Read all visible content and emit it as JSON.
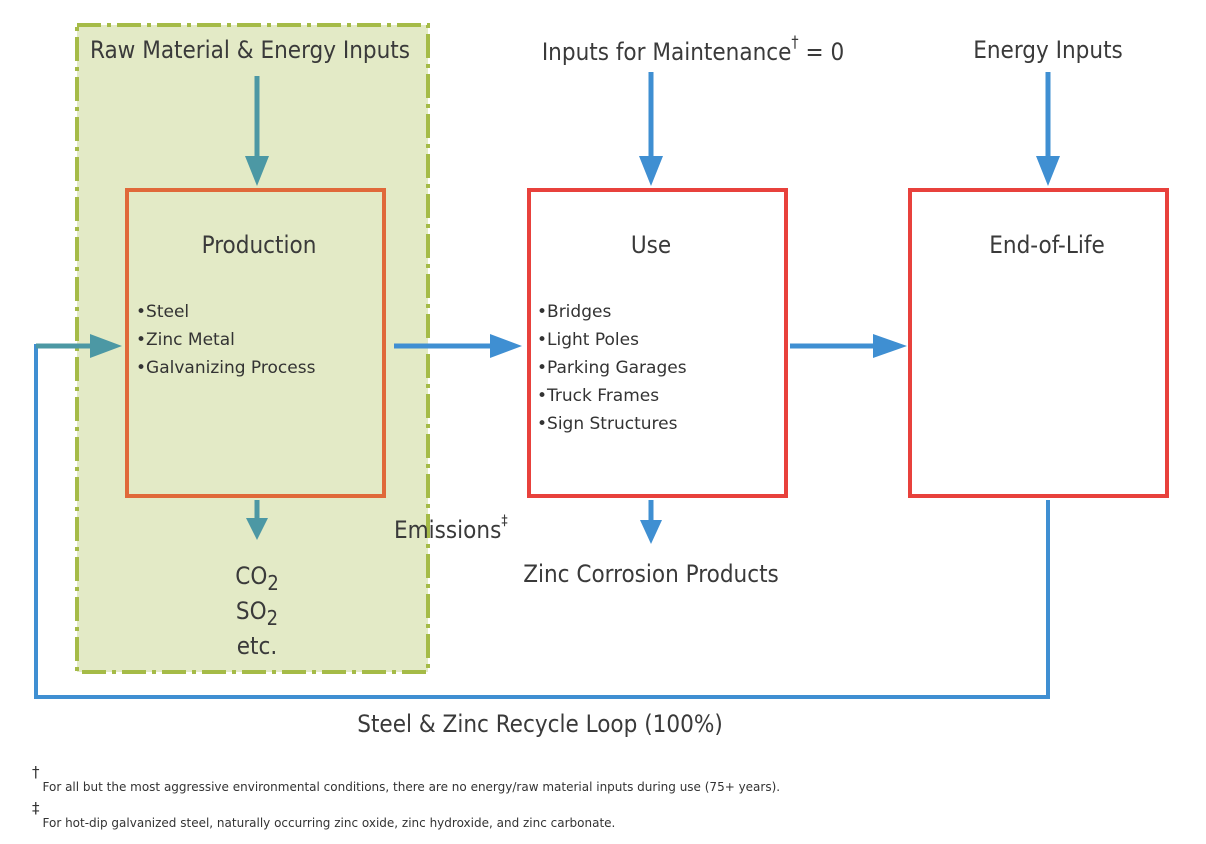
{
  "colors": {
    "box_border": "#e8413c",
    "production_border": "#e0693a",
    "scope_fill": "#e3eac6",
    "scope_border": "#a5bb47",
    "arrow_blue": "#3f8fd2",
    "arrow_teal": "#4c98a4"
  },
  "inputs": {
    "raw_material": "Raw Material & Energy Inputs",
    "maintenance": "Inputs for Maintenance",
    "maintenance_mark": "†",
    "maintenance_value": "= 0",
    "energy": "Energy Inputs"
  },
  "stages": {
    "production": {
      "title": "Production",
      "items": [
        "Steel",
        "Zinc Metal",
        "Galvanizing Process"
      ]
    },
    "use": {
      "title": "Use",
      "items": [
        "Bridges",
        "Light Poles",
        "Parking Garages",
        "Truck Frames",
        "Sign Structures"
      ]
    },
    "end_of_life": {
      "title": "End-of-Life"
    }
  },
  "outputs": {
    "emissions": "Emissions",
    "emissions_mark": "‡",
    "co2": "CO",
    "co2_sub": "2",
    "so2": "SO",
    "so2_sub": "2",
    "etc": "etc.",
    "zinc_corrosion": "Zinc Corrosion Products"
  },
  "recycle_loop": "Steel & Zinc Recycle Loop (100%)",
  "footnotes": [
    {
      "mark": "†",
      "text": "For all but the most aggressive environmental conditions, there are no energy/raw material inputs during use (75+ years)."
    },
    {
      "mark": "‡",
      "text": "For hot-dip galvanized steel, naturally occurring zinc oxide, zinc hydroxide, and zinc carbonate."
    }
  ]
}
